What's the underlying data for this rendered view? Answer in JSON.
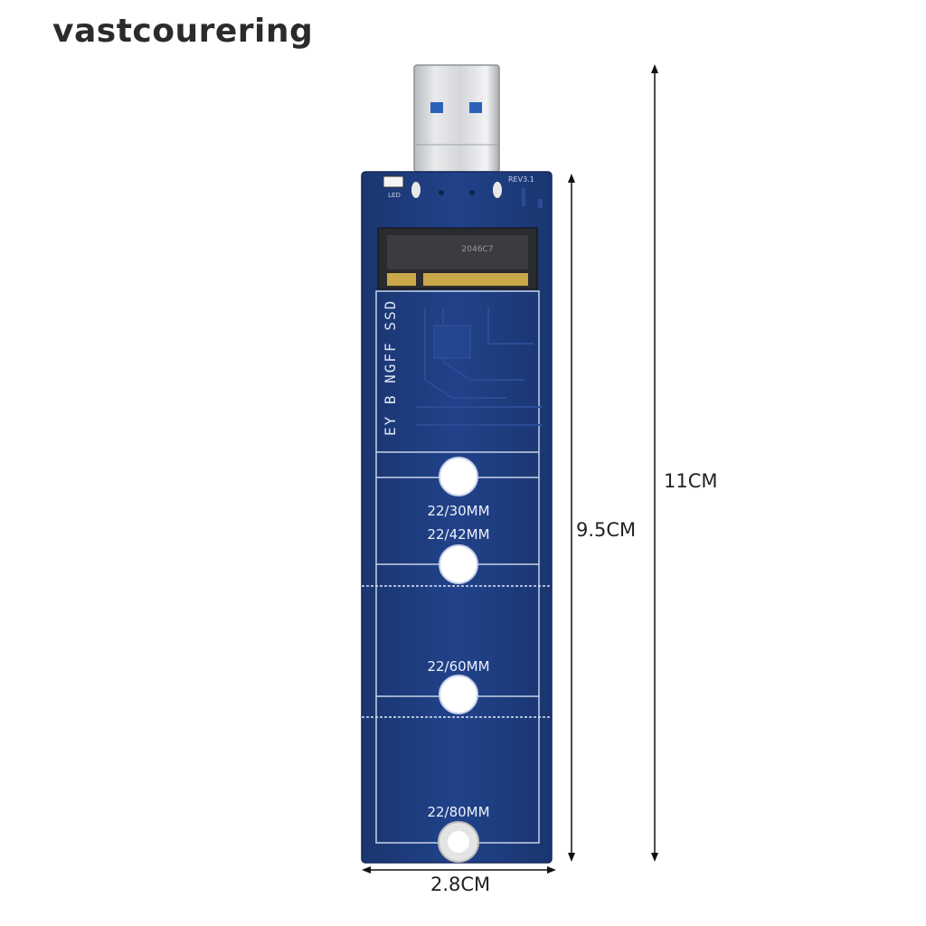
{
  "watermark": "vastcourering",
  "board": {
    "pcb_color": "#1e3d7c",
    "silkscreen_color": "#c8d2ea",
    "rev_label": "REV3.1",
    "led_label": "LED",
    "connector_code": "2046C7",
    "slot_label": "EY B NGFF SSD",
    "mount_labels": {
      "first": "22/30MM",
      "second": "22/42MM",
      "third": "22/60MM",
      "fourth": "22/80MM"
    }
  },
  "dimensions": {
    "width": "2.8CM",
    "board_length": "9.5CM",
    "total_length": "11CM"
  }
}
